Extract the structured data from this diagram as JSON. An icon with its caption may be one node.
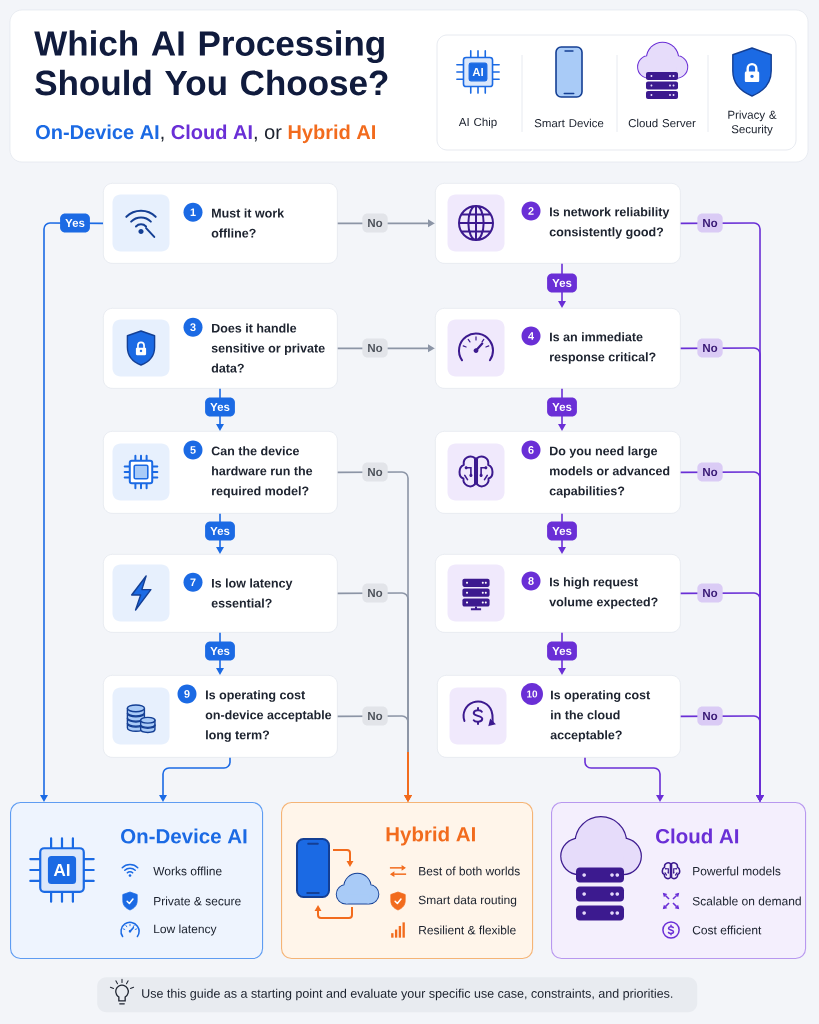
{
  "diagram": {
    "title": "Which AI Processing Should You Choose?",
    "nodes": [
      {
        "text": [
          "1",
          "Must it work offline?"
        ]
      },
      {
        "text": [
          "2",
          "Is network reliability consistently good?"
        ]
      },
      {
        "text": [
          "3",
          "Does it handle sensitive or private data?"
        ]
      },
      {
        "text": [
          "4",
          "Is an immediate response critical?"
        ]
      },
      {
        "text": [
          "5",
          "Can the device hardware run the required model?"
        ]
      },
      {
        "text": [
          "6",
          "Do you need large models or advanced capabilities?"
        ]
      },
      {
        "text": [
          "7",
          "Is low latency essential?"
        ]
      },
      {
        "text": [
          "8",
          "Is high request volume expected?"
        ]
      },
      {
        "text": [
          "9",
          "Is operating cost on-device acceptable long term?"
        ]
      },
      {
        "text": [
          "10",
          "Is operating cost in the cloud acceptable?"
        ]
      },
      {
        "text": [
          "On-Device AI",
          "Works offline",
          "Private & secure",
          "Low latency"
        ]
      },
      {
        "text": [
          "Hybrid AI",
          "Best of both worlds",
          "Smart data routing",
          "Resilient & flexible"
        ]
      },
      {
        "text": [
          "Cloud AI",
          "Powerful models",
          "Scalable on demand",
          "Cost efficient"
        ]
      },
      {
        "text": [
          "Use this guide as a starting point and evaluate your specific use case, constraints, and priorities."
        ]
      }
    ],
    "edges": [
      {
        "from": 0,
        "to": 10,
        "arrow": "to",
        "label": "Yes",
        "color": "#1b6ae4"
      },
      {
        "from": 0,
        "to": 1,
        "arrow": "to",
        "label": "No",
        "color": "#8c95a6"
      },
      {
        "from": 1,
        "to": 3,
        "arrow": "to",
        "label": "Yes"
      },
      {
        "from": 1,
        "to": 12,
        "arrow": "to",
        "label": "No"
      },
      {
        "from": 2,
        "to": 3,
        "arrow": "to",
        "label": "No",
        "color": "#8c95a6"
      },
      {
        "from": 2,
        "to": 4,
        "arrow": "to",
        "label": "Yes",
        "color": "#1b6ae4"
      },
      {
        "from": 3,
        "to": 5,
        "arrow": "to",
        "label": "Yes"
      },
      {
        "from": 3,
        "to": 12,
        "arrow": "to",
        "label": "No"
      },
      {
        "from": 4,
        "to": 6,
        "arrow": "to",
        "label": "Yes",
        "color": "#1b6ae4"
      },
      {
        "from": 4,
        "to": 11,
        "arrow": "to",
        "label": "No",
        "color": "#8c95a6"
      },
      {
        "from": 5,
        "to": 7,
        "arrow": "to",
        "label": "Yes"
      },
      {
        "from": 5,
        "to": 12,
        "arrow": "to",
        "label": "No"
      },
      {
        "from": 6,
        "to": 8,
        "arrow": "to",
        "label": "Yes",
        "color": "#1b6ae4"
      },
      {
        "from": 6,
        "to": 11,
        "arrow": "to",
        "label": "No",
        "color": "#8c95a6"
      },
      {
        "from": 7,
        "to": 9,
        "arrow": "to",
        "label": "Yes"
      },
      {
        "from": 7,
        "to": 12,
        "arrow": "to",
        "label": "No"
      },
      {
        "from": 8,
        "to": 10,
        "arrow": "to",
        "color": "#1b6ae4"
      },
      {
        "from": 8,
        "to": 11,
        "arrow": "to",
        "label": "No",
        "color": "#8c95a6"
      },
      {
        "from": 9,
        "to": 12,
        "arrow": "to"
      },
      {
        "from": 9,
        "to": 12,
        "arrow": "to",
        "label": "No"
      }
    ],
    "labels": [
      "On-Device AI",
      ",",
      "Cloud AI",
      ", or",
      "Hybrid AI",
      "AI",
      "AI"
    ],
    "legend": [
      {
        "text": "AI Chip"
      },
      {
        "text": "Smart Device"
      },
      {
        "text": "Cloud Server"
      },
      {
        "text": "Privacy & Security"
      }
    ]
  }
}
